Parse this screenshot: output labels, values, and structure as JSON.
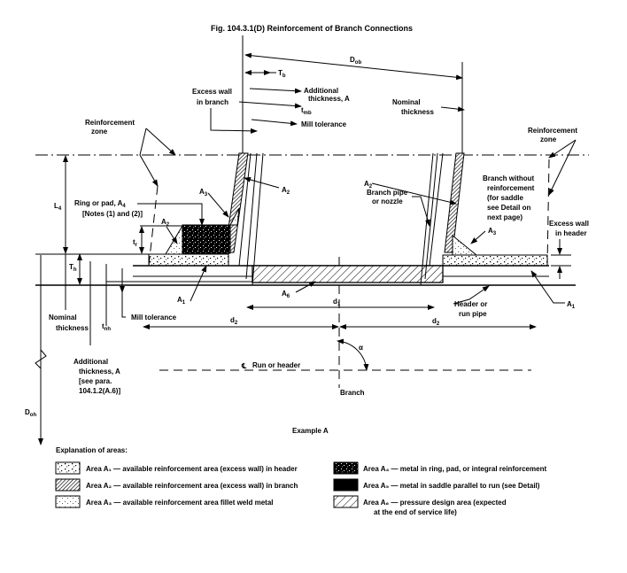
{
  "figure": {
    "title": "Fig. 104.3.1(D)   Reinforcement of Branch Connections",
    "caption": "Example A"
  },
  "labels": {
    "d_ob": "D",
    "d_ob_sub": "ob",
    "t_b": "T",
    "t_b_sub": "b",
    "additional_thickness_top_1": "Additional",
    "additional_thickness_top_2": "thickness, A",
    "t_mb": "t",
    "t_mb_sub": "mb",
    "mill_tolerance_top": "Mill tolerance",
    "excess_wall_branch_1": "Excess wall",
    "excess_wall_branch_2": "in branch",
    "reinforcement_zone_left_1": "Reinforcement",
    "reinforcement_zone_left_2": "zone",
    "reinforcement_zone_right_1": "Reinforcement",
    "reinforcement_zone_right_2": "zone",
    "nominal_thickness_right_1": "Nominal",
    "nominal_thickness_right_2": "thickness",
    "l4": "L",
    "l4_sub": "4",
    "ring_pad_1": "Ring or pad, A",
    "ring_pad_1_sub": "4",
    "ring_pad_2": "[Notes (1) and (2)]",
    "a2_left": "A",
    "a2_left_sub": "2",
    "a3_left": "A",
    "a3_left_sub": "3",
    "a2_upper": "A",
    "a2_upper_sub": "2",
    "a2_right": "A",
    "a2_right_sub": "2",
    "a3_right": "A",
    "a3_right_sub": "3",
    "tr": "t",
    "tr_sub": "r",
    "th": "T",
    "th_sub": "h",
    "a1_left": "A",
    "a1_left_sub": "1",
    "a1_right": "A",
    "a1_right_sub": "1",
    "a6": "A",
    "a6_sub": "6",
    "branch_pipe_1": "Branch pipe",
    "branch_pipe_2": "or nozzle",
    "branch_without_1": "Branch without",
    "branch_without_2": "reinforcement",
    "branch_without_3": "(for saddle",
    "branch_without_4": "see Detail on",
    "branch_without_5": "next page)",
    "excess_wall_header_1": "Excess wall",
    "excess_wall_header_2": "in header",
    "header_run_1": "Header or",
    "header_run_2": "run pipe",
    "nominal_thickness_left_1": "Nominal",
    "nominal_thickness_left_2": "thickness",
    "t_nh": "t",
    "t_nh_sub": "nh",
    "mill_tolerance_bottom": "Mill tolerance",
    "d1": "d",
    "d1_sub": "1",
    "d2_left": "d",
    "d2_left_sub": "2",
    "d2_right": "d",
    "d2_right_sub": "2",
    "additional_bottom_1": "Additional",
    "additional_bottom_2": "thickness, A",
    "additional_bottom_3": "[see para.",
    "additional_bottom_4": "104.1.2(A.6)]",
    "run_header": "Run or header",
    "cl_symbol": "℄",
    "alpha": "α",
    "branch": "Branch",
    "d_oh": "D",
    "d_oh_sub": "oh"
  },
  "legend": {
    "heading": "Explanation of areas:",
    "items": [
      {
        "id": "A1",
        "pattern": "coarse-dots",
        "text": "Area A₁ — available reinforcement area (excess wall) in header"
      },
      {
        "id": "A2",
        "pattern": "diagonal-hatch-dense",
        "text": "Area A₂ — available reinforcement area (excess wall) in branch"
      },
      {
        "id": "A3",
        "pattern": "fine-dots",
        "text": "Area A₃ — available reinforcement area fillet weld metal"
      },
      {
        "id": "A4",
        "pattern": "dark-speckle",
        "text": "Area A₄ — metal in ring, pad, or integral reinforcement"
      },
      {
        "id": "A5",
        "pattern": "solid-black",
        "text": "Area A₅ — metal in saddle parallel to run (see Detail)"
      },
      {
        "id": "A6",
        "pattern": "diagonal-hatch-wide",
        "text_1": "Area A₆ — pressure design area (expected",
        "text_2": "at the end of service life)"
      }
    ]
  }
}
